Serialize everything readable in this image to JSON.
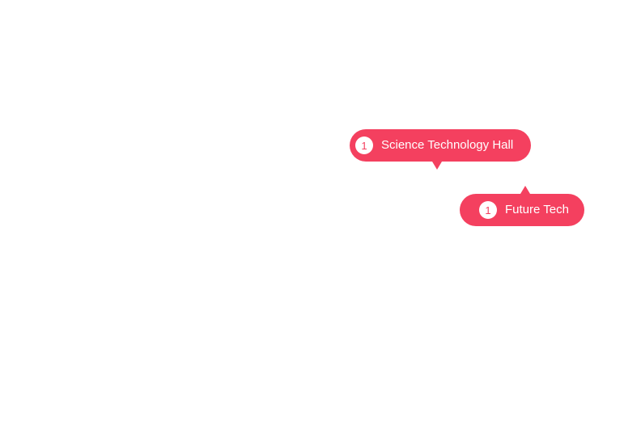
{
  "theme": {
    "marker_color": "#f4405f",
    "badge_text_color": "#f4405f"
  },
  "markers": [
    {
      "count": "1",
      "label": "Science Technology Hall"
    },
    {
      "count": "1",
      "label": "Future Tech"
    }
  ]
}
